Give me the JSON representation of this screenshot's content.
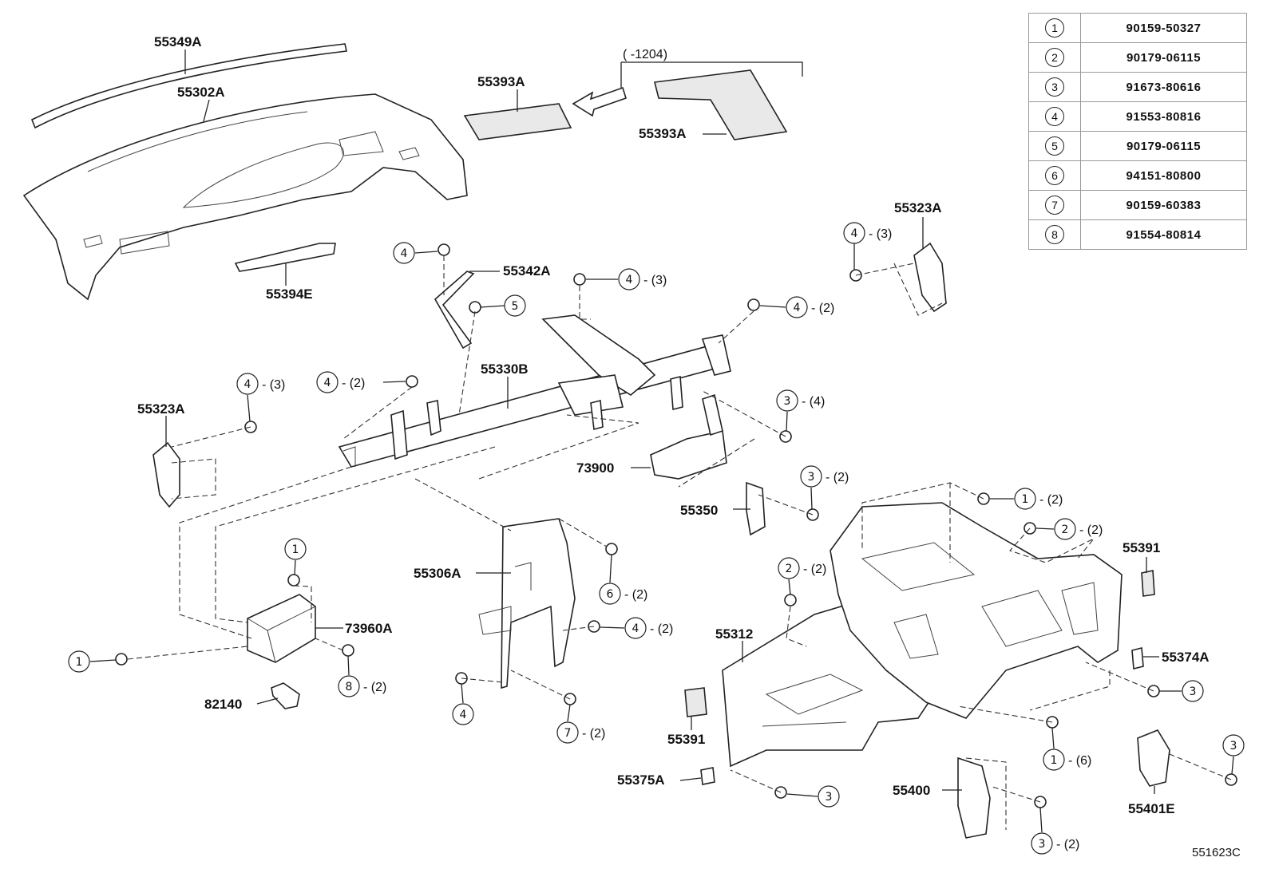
{
  "legend": {
    "rows": [
      {
        "num": "1",
        "part": "90159-50327"
      },
      {
        "num": "2",
        "part": "90179-06115"
      },
      {
        "num": "3",
        "part": "91673-80616"
      },
      {
        "num": "4",
        "part": "91553-80816"
      },
      {
        "num": "5",
        "part": "90179-06115"
      },
      {
        "num": "6",
        "part": "94151-80800"
      },
      {
        "num": "7",
        "part": "90159-60383"
      },
      {
        "num": "8",
        "part": "91554-80814"
      }
    ]
  },
  "labels": {
    "l55349A": "55349A",
    "l55302A": "55302A",
    "l55393A_left": "55393A",
    "l55393A_right": "55393A",
    "range": "(     -1204)",
    "l55394E": "55394E",
    "l55342A": "55342A",
    "l55323A_right": "55323A",
    "l55330B": "55330B",
    "l55323A_left": "55323A",
    "l73900": "73900",
    "l55350": "55350",
    "l55306A": "55306A",
    "l73960A": "73960A",
    "l82140": "82140",
    "l55312": "55312",
    "l55391_top": "55391",
    "l55374A": "55374A",
    "l55391_bottom": "55391",
    "l55375A": "55375A",
    "l55400": "55400",
    "l55401E": "55401E"
  },
  "callouts": {
    "c4_a": {
      "num": "4",
      "qty": ""
    },
    "c5": {
      "num": "5",
      "qty": ""
    },
    "c4_b": {
      "num": "4",
      "qty": "- (3)"
    },
    "c4_c": {
      "num": "4",
      "qty": "- (2)"
    },
    "c4_d": {
      "num": "4",
      "qty": "- (3)"
    },
    "c4_e": {
      "num": "4",
      "qty": "- (3)"
    },
    "c4_f": {
      "num": "4",
      "qty": "- (2)"
    },
    "c3_a": {
      "num": "3",
      "qty": "- (4)"
    },
    "c3_b": {
      "num": "3",
      "qty": "- (2)"
    },
    "c1_a": {
      "num": "1",
      "qty": "- (2)"
    },
    "c2_a": {
      "num": "2",
      "qty": "- (2)"
    },
    "c2_b": {
      "num": "2",
      "qty": "- (2)"
    },
    "c1_b": {
      "num": "1",
      "qty": ""
    },
    "c6": {
      "num": "6",
      "qty": "- (2)"
    },
    "c4_g": {
      "num": "4",
      "qty": "- (2)"
    },
    "c1_c": {
      "num": "1",
      "qty": ""
    },
    "c8": {
      "num": "8",
      "qty": "- (2)"
    },
    "c4_h": {
      "num": "4",
      "qty": ""
    },
    "c7": {
      "num": "7",
      "qty": "- (2)"
    },
    "c3_c": {
      "num": "3",
      "qty": ""
    },
    "c1_d": {
      "num": "1",
      "qty": "- (6)"
    },
    "c3_d": {
      "num": "3",
      "qty": ""
    },
    "c3_e": {
      "num": "3",
      "qty": ""
    },
    "c3_f": {
      "num": "3",
      "qty": "- (2)"
    }
  },
  "figure_code": "551623C"
}
